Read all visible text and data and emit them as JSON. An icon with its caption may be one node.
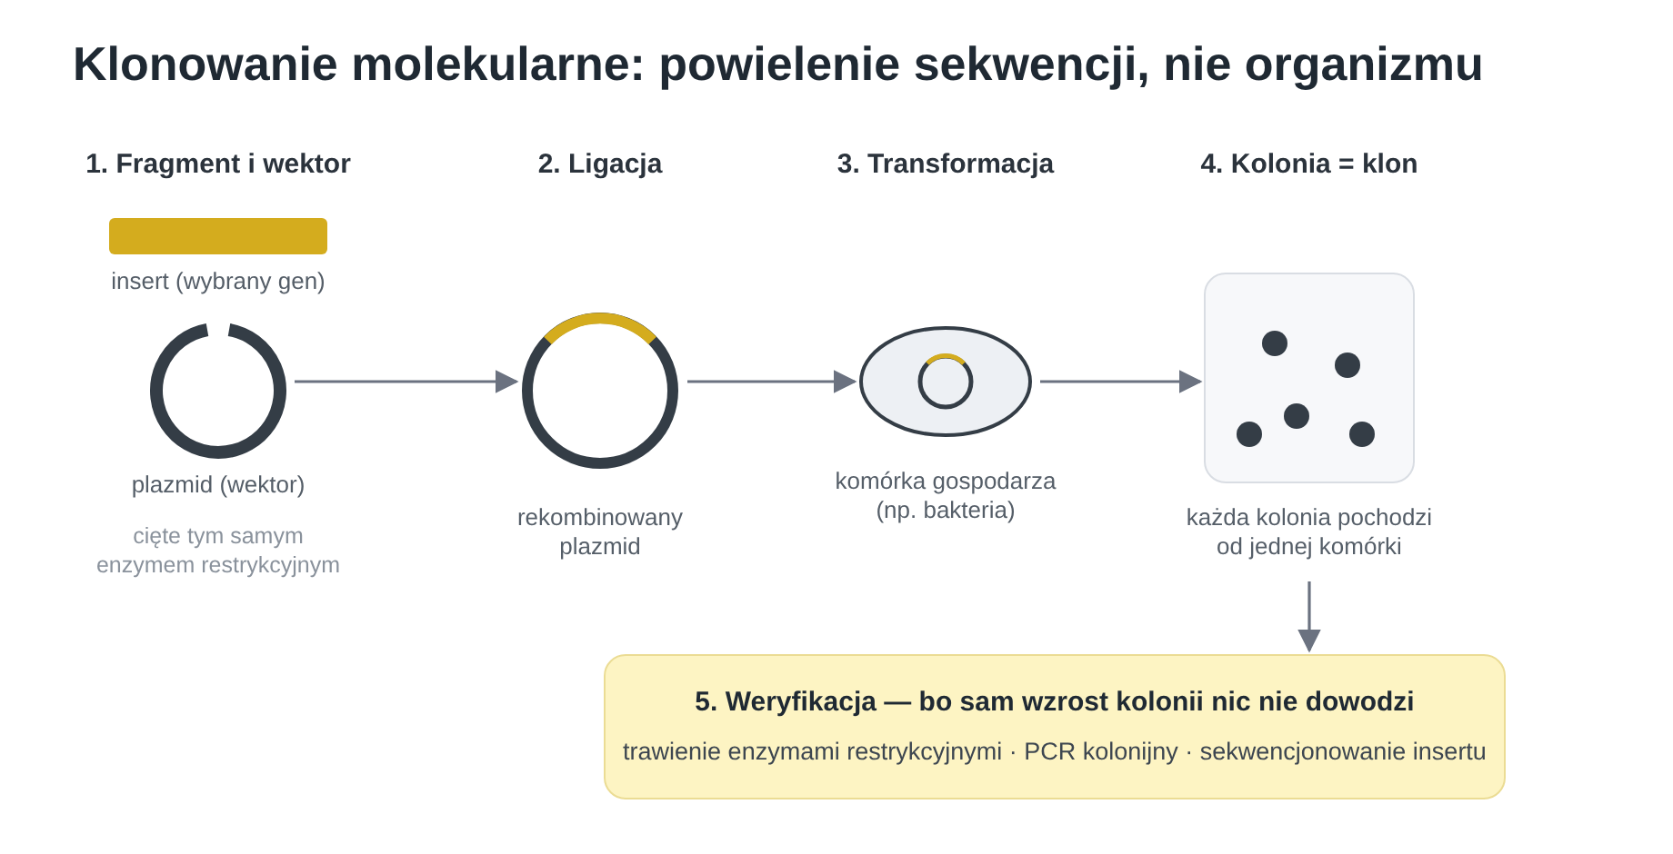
{
  "diagram": {
    "title": "Klonowanie molekularne: powielenie sekwencji, nie organizmu",
    "nodes": [
      {
        "text": [],
        "shape": "bar",
        "beside": [
          "insert (wybrany gen)"
        ]
      },
      {
        "text": [],
        "shape": "circle",
        "beside": [
          "plazmid (wektor)",
          "cięte tym samym enzymem restrykcyjnym"
        ]
      },
      {
        "text": [],
        "shape": "circle",
        "beside": [
          "rekombinowany plazmid"
        ]
      },
      {
        "text": [],
        "shape": "ellipse",
        "beside": [
          "komórka gospodarza (np. bakteria)"
        ]
      },
      {
        "text": [],
        "shape": "box",
        "beside": [
          "każda kolonia pochodzi od jednej komórki"
        ]
      },
      {
        "text": [
          "5. Weryfikacja — bo sam wzrost kolonii nic nie dowodzi",
          "trawienie enzymami restrykcyjnymi · PCR kolonijny · sekwencjonowanie insertu"
        ]
      }
    ],
    "edges": [
      {
        "from": 1,
        "to": 2,
        "arrow": "to"
      },
      {
        "from": 2,
        "to": 3,
        "arrow": "to"
      },
      {
        "from": 3,
        "to": 4,
        "arrow": "to"
      },
      {
        "from": 4,
        "to": 5,
        "arrow": "to"
      }
    ],
    "labels": [
      "1. Fragment i wektor",
      "2. Ligacja",
      "3. Transformacja",
      "4. Kolonia = klon"
    ]
  }
}
